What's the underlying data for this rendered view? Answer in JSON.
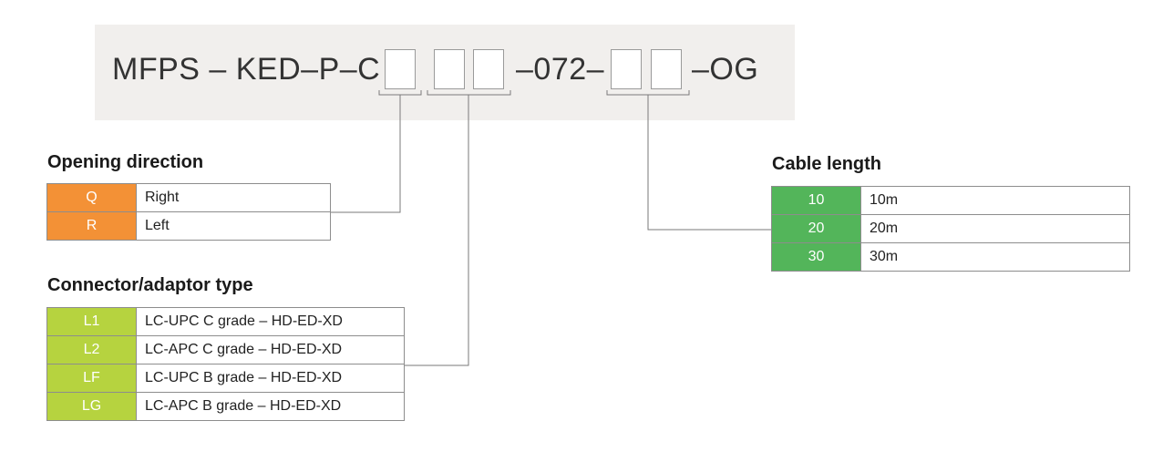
{
  "code": {
    "prefix": "MFPS – KED–P–C",
    "middle": "–072–",
    "suffix": "–OG"
  },
  "sections": {
    "opening": {
      "title": "Opening direction",
      "rows": [
        {
          "code": "Q",
          "label": "Right"
        },
        {
          "code": "R",
          "label": "Left"
        }
      ]
    },
    "connector": {
      "title": "Connector/adaptor type",
      "rows": [
        {
          "code": "L1",
          "label": "LC-UPC C grade – HD-ED-XD"
        },
        {
          "code": "L2",
          "label": "LC-APC C grade – HD-ED-XD"
        },
        {
          "code": "LF",
          "label": "LC-UPC B grade – HD-ED-XD"
        },
        {
          "code": "LG",
          "label": "LC-APC B grade – HD-ED-XD"
        }
      ]
    },
    "cable": {
      "title": "Cable length",
      "rows": [
        {
          "code": "10",
          "label": "10m"
        },
        {
          "code": "20",
          "label": "20m"
        },
        {
          "code": "30",
          "label": "30m"
        }
      ]
    }
  },
  "colors": {
    "opening": "#f39136",
    "connector": "#b6d33f",
    "cable": "#53b55a",
    "code_box_bg": "#f1efed",
    "connector_lines": "#7a7a7a"
  }
}
